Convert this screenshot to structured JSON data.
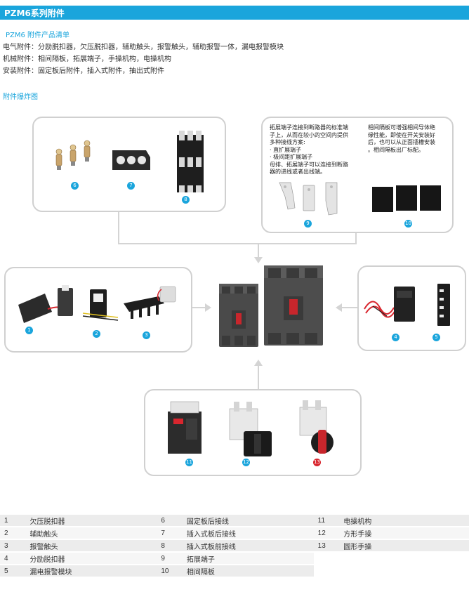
{
  "header": {
    "title": "PZM6系列附件"
  },
  "list": {
    "heading": "PZM6 附件产品清单",
    "electrical": "电气附件：分励脱扣器，欠压脱扣器，辅助触头，报警触头，辅助报警一体，漏电报警模块",
    "mechanical": "机械附件：相间隔板，拓展端子，手操机构，电操机构",
    "mounting": "安装附件：固定板后附件，插入式附件，抽出式附件"
  },
  "diagram": {
    "heading": "附件爆炸图",
    "extension_desc": [
      "拓展端子连接到断路器的标准端",
      "子上，从而在较小的空间内提供",
      "多种接线方案:",
      "· 直扩展端子",
      "· 极间距扩展端子",
      "母排、拓展端子可以连接到断路",
      "器的进线或者出线端。"
    ],
    "barrier_desc": [
      "相间隔板可增强相间导体绝",
      "缘性能，即使在开关安装好",
      "后，也可以从正面插槽安装",
      "。相间隔板出厂标配。"
    ],
    "badges": [
      "1",
      "2",
      "3",
      "4",
      "5",
      "6",
      "7",
      "8",
      "9",
      "10",
      "11",
      "12",
      "13"
    ]
  },
  "parts": [
    [
      {
        "num": "1",
        "name": "欠压脱扣器"
      },
      {
        "num": "6",
        "name": "固定板后接线"
      },
      {
        "num": "11",
        "name": "电操机构"
      }
    ],
    [
      {
        "num": "2",
        "name": "辅助触头"
      },
      {
        "num": "7",
        "name": "插入式板后接线"
      },
      {
        "num": "12",
        "name": "方形手操"
      }
    ],
    [
      {
        "num": "3",
        "name": "报警触头"
      },
      {
        "num": "8",
        "name": "插入式板前接线"
      },
      {
        "num": "13",
        "name": "圆形手操"
      }
    ],
    [
      {
        "num": "4",
        "name": "分励脱扣器"
      },
      {
        "num": "9",
        "name": "拓展端子"
      },
      {
        "num": "",
        "name": ""
      }
    ],
    [
      {
        "num": "5",
        "name": "漏电报警模块"
      },
      {
        "num": "10",
        "name": "相间隔板"
      },
      {
        "num": "",
        "name": ""
      }
    ]
  ],
  "colors": {
    "accent": "#1aa5dc",
    "badge_red": "#d8262e",
    "breaker_gray": "#4a4a4a",
    "handle_red": "#c8262c"
  }
}
